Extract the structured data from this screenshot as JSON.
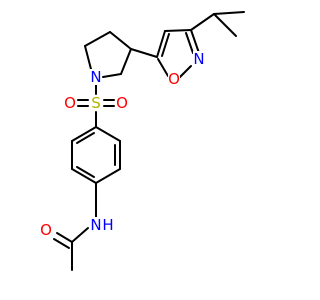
{
  "molecule": {
    "atoms": [
      {
        "id": "N_pyr",
        "label": "N",
        "color": "#0000ff"
      },
      {
        "id": "S",
        "label": "S",
        "color": "#b3b300"
      },
      {
        "id": "O_s1",
        "label": "O",
        "color": "#ff0000"
      },
      {
        "id": "O_s2",
        "label": "O",
        "color": "#ff0000"
      },
      {
        "id": "O_isox",
        "label": "O",
        "color": "#ff0000"
      },
      {
        "id": "N_isox",
        "label": "N",
        "color": "#0000ff"
      },
      {
        "id": "N_amide",
        "label": "N",
        "color": "#0000ff"
      },
      {
        "id": "H_amide",
        "label": "H",
        "color": "#0000ff"
      },
      {
        "id": "O_amide",
        "label": "O",
        "color": "#ff0000"
      }
    ]
  }
}
